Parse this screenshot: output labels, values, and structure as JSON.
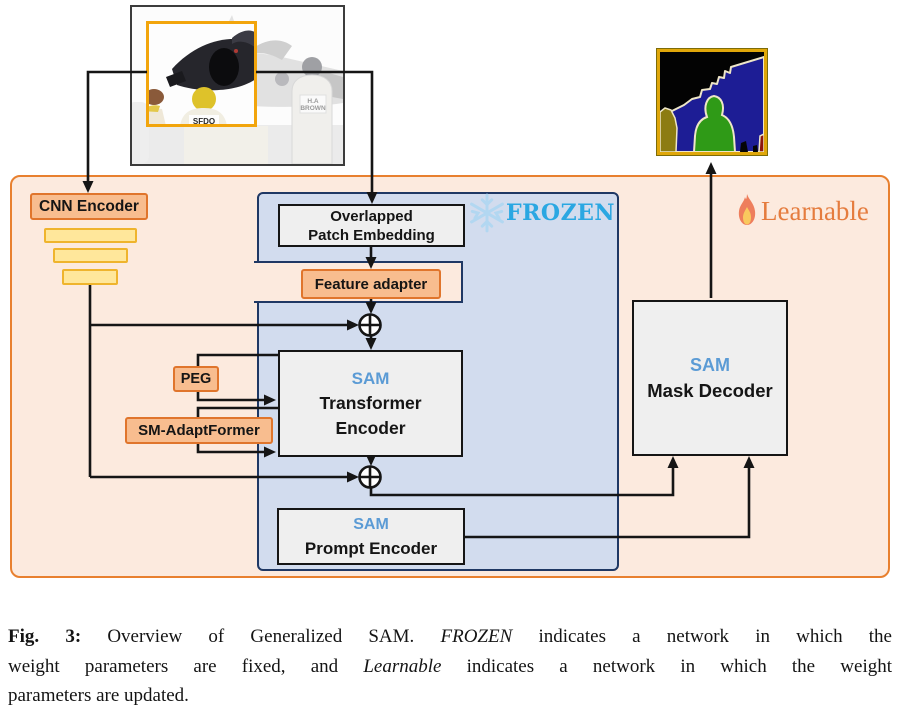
{
  "diagram": {
    "frozen_label": "FROZEN",
    "learnable_label": "Learnable",
    "cnn_encoder": "CNN Encoder",
    "ope_line1": "Overlapped",
    "ope_line2": "Patch Embedding",
    "feature_adapter": "Feature adapter",
    "peg": "PEG",
    "sm_adaptformer": "SM-AdaptFormer",
    "sam": "SAM",
    "transformer_line1": "Transformer",
    "transformer_line2": "Encoder",
    "prompt_encoder": "Prompt Encoder",
    "mask_decoder": "Mask Decoder",
    "icons": {
      "snowflake": "snowflake-icon",
      "flame": "flame-icon",
      "add_junction": "circled-plus-sum"
    },
    "colors": {
      "learnable_region_bg": "#fceade",
      "learnable_region_border": "#e8802f",
      "frozen_region_bg": "#d2dcee",
      "frozen_region_border": "#1f3864",
      "adapter_fill": "#f8bd8f",
      "adapter_border": "#e0752c",
      "cnn_bar_fill": "#ffe79b",
      "cnn_bar_border": "#efb42d",
      "sam_blue": "#5b9bd5",
      "frozen_text_blue": "#2aa7e2",
      "learnable_text_orange": "#e57c3e",
      "block_gray": "#efefef"
    }
  },
  "photo": {
    "vest_text_center": "SFDO",
    "vest_text_right_line1": "H.A",
    "vest_text_right_line2": "BROWN"
  },
  "caption": {
    "fig_label": "Fig. 3:",
    "seg1": " Overview of Generalized SAM. ",
    "frozen_italic": "FROZEN",
    "seg2": " indicates a network in which the",
    "seg3": "weight parameters are fixed, and ",
    "learnable_italic": "Learnable",
    "seg4": " indicates a network in which the weight",
    "seg5": "parameters are updated."
  }
}
